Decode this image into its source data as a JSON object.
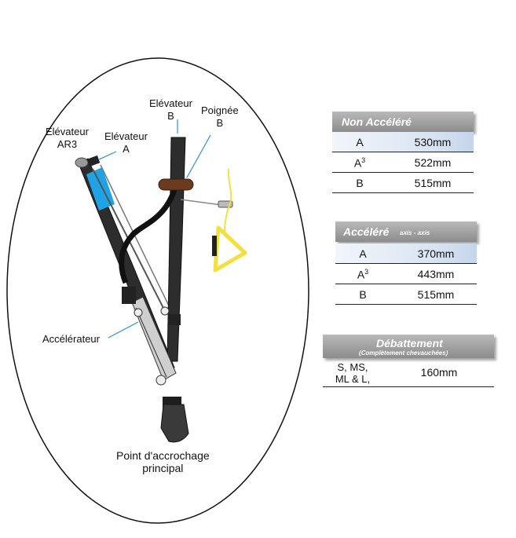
{
  "diagram": {
    "labels": {
      "elevateur_ar3_l1": "Elévateur",
      "elevateur_ar3_l2": "AR3",
      "elevateur_a_l1": "Elévateur",
      "elevateur_a_l2": "A",
      "elevateur_b_l1": "Elévateur",
      "elevateur_b_l2": "B",
      "poignee_b_l1": "Poignée",
      "poignee_b_l2": "B",
      "accelerateur": "Accélérateur",
      "point_l1": "Point d'accrochage",
      "point_l2": "principal"
    },
    "colors": {
      "riser": "#2b2b2b",
      "accent_blue": "#1fa3e6",
      "handle": "#6b3a1f",
      "accel_yellow": "#f2e040",
      "pointer": "#2a8fd6"
    }
  },
  "tables": {
    "non_accelere": {
      "title": "Non Accéléré",
      "rows": [
        {
          "riser": "A",
          "sup": "",
          "value": "530mm",
          "highlight": true
        },
        {
          "riser": "A",
          "sup": "3",
          "value": "522mm",
          "highlight": false
        },
        {
          "riser": "B",
          "sup": "",
          "value": "515mm",
          "highlight": false
        }
      ]
    },
    "accelere": {
      "title": "Accéléré",
      "subtitle": "axis - axis",
      "rows": [
        {
          "riser": "A",
          "sup": "",
          "value": "370mm",
          "highlight": true
        },
        {
          "riser": "A",
          "sup": "3",
          "value": "443mm",
          "highlight": false
        },
        {
          "riser": "B",
          "sup": "",
          "value": "515mm",
          "highlight": false
        }
      ]
    },
    "debattement": {
      "title": "Débattement",
      "subtitle": "(Complètement chevauchées)",
      "sizes_l1": "S, MS,",
      "sizes_l2": "ML & L,",
      "value": "160mm"
    }
  }
}
